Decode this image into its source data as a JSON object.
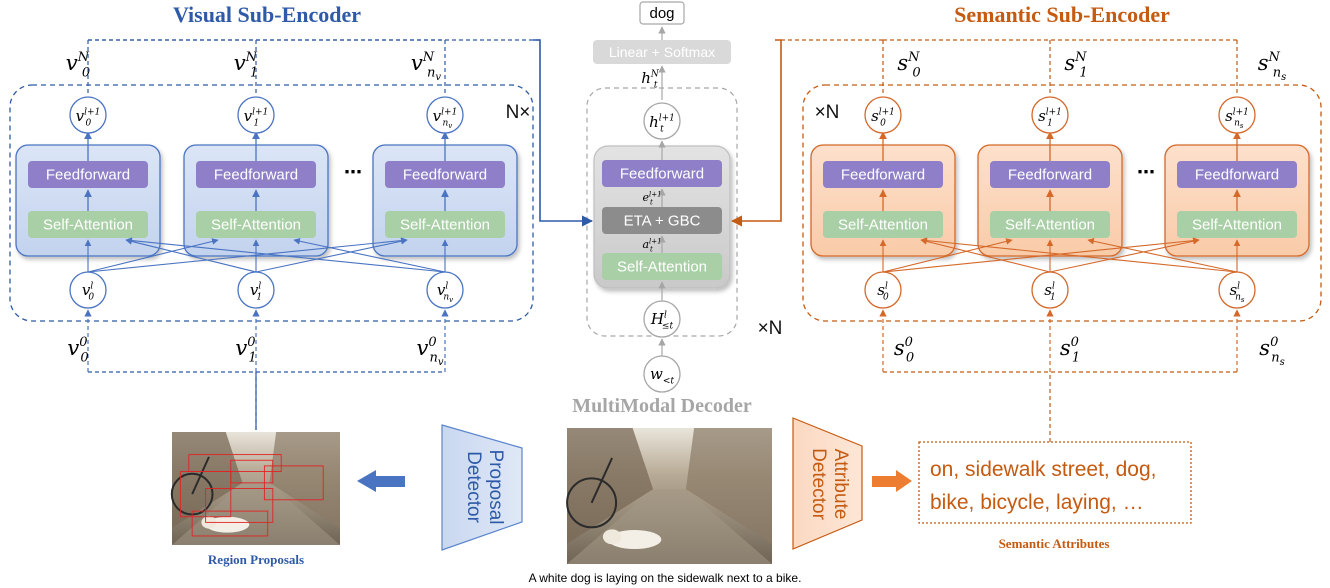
{
  "visual_encoder": {
    "title": "Visual Sub-Encoder",
    "layer_count": "N×",
    "feedforward": "Feedforward",
    "self_attention": "Self-Attention",
    "ellipsis": "⋯",
    "outputs": [
      {
        "base": "v",
        "sub": "0",
        "sup": "N"
      },
      {
        "base": "v",
        "sub": "1",
        "sup": "N"
      },
      {
        "base": "v",
        "sub": "n",
        "subsub": "v",
        "sup": "N"
      }
    ],
    "node_top": [
      {
        "base": "v",
        "sub": "0",
        "sup": "l+1"
      },
      {
        "base": "v",
        "sub": "1",
        "sup": "l+1"
      },
      {
        "base": "v",
        "sub": "n",
        "subsub": "v",
        "sup": "l+1"
      }
    ],
    "node_bottom": [
      {
        "base": "v",
        "sub": "0",
        "sup": "l"
      },
      {
        "base": "v",
        "sub": "1",
        "sup": "l"
      },
      {
        "base": "v",
        "sub": "n",
        "subsub": "v",
        "sup": "l"
      }
    ],
    "inputs": [
      {
        "base": "v",
        "sub": "0",
        "sup": "0"
      },
      {
        "base": "v",
        "sub": "1",
        "sup": "0"
      },
      {
        "base": "v",
        "sub": "n",
        "subsub": "v",
        "sup": "0"
      }
    ]
  },
  "semantic_encoder": {
    "title": "Semantic Sub-Encoder",
    "layer_count": "×N",
    "feedforward": "Feedforward",
    "self_attention": "Self-Attention",
    "ellipsis": "⋯",
    "outputs": [
      {
        "base": "s",
        "sub": "0",
        "sup": "N"
      },
      {
        "base": "s",
        "sub": "1",
        "sup": "N"
      },
      {
        "base": "s",
        "sub": "n",
        "subsub": "s",
        "sup": "N"
      }
    ],
    "node_top": [
      {
        "base": "s",
        "sub": "0",
        "sup": "l+1"
      },
      {
        "base": "s",
        "sub": "1",
        "sup": "l+1"
      },
      {
        "base": "s",
        "sub": "n",
        "subsub": "s",
        "sup": "l+1"
      }
    ],
    "node_bottom": [
      {
        "base": "s",
        "sub": "0",
        "sup": "l"
      },
      {
        "base": "s",
        "sub": "1",
        "sup": "l"
      },
      {
        "base": "s",
        "sub": "n",
        "subsub": "s",
        "sup": "l"
      }
    ],
    "inputs": [
      {
        "base": "s",
        "sub": "0",
        "sup": "0"
      },
      {
        "base": "s",
        "sub": "1",
        "sup": "0"
      },
      {
        "base": "s",
        "sub": "n",
        "subsub": "s",
        "sup": "0"
      }
    ]
  },
  "decoder": {
    "title": "MultiModal Decoder",
    "output_word": "dog",
    "linear_softmax": "Linear + Softmax",
    "feedforward": "Feedforward",
    "eta_gbc": "ETA + GBC",
    "self_attention": "Self-Attention",
    "layer_count": "×N",
    "h_final": {
      "base": "h",
      "sub": "t",
      "sup": "N"
    },
    "h_next": {
      "base": "h",
      "sub": "t",
      "sup": "l+1"
    },
    "e_label": {
      "base": "e",
      "sub": "t",
      "sup": "l+1"
    },
    "a_label": {
      "base": "a",
      "sub": "t",
      "sup": "l+1"
    },
    "H_input": {
      "base": "H",
      "sub": "≤t",
      "sup": "l"
    },
    "w_input": {
      "base": "w",
      "sub": "<t"
    }
  },
  "bottom": {
    "region_proposals": "Region Proposals",
    "proposal_detector": [
      "Proposal",
      "Detector"
    ],
    "attribute_detector": [
      "Attribute",
      "Detector"
    ],
    "attributes_text": [
      "on, sidewalk street, dog,",
      "bike, bicycle, laying, …"
    ],
    "semantic_attributes": "Semantic  Attributes",
    "caption": "A white dog is laying on the sidewalk next to a bike."
  },
  "colors": {
    "visual": "#2e5aa7",
    "visual_light": "#5b85cc",
    "semantic": "#c55a11",
    "semantic_light": "#e8854a",
    "feedforward": "#8f7fc8",
    "self_attention": "#a9cfa6",
    "decoder_gray": "#8c8c8c"
  }
}
